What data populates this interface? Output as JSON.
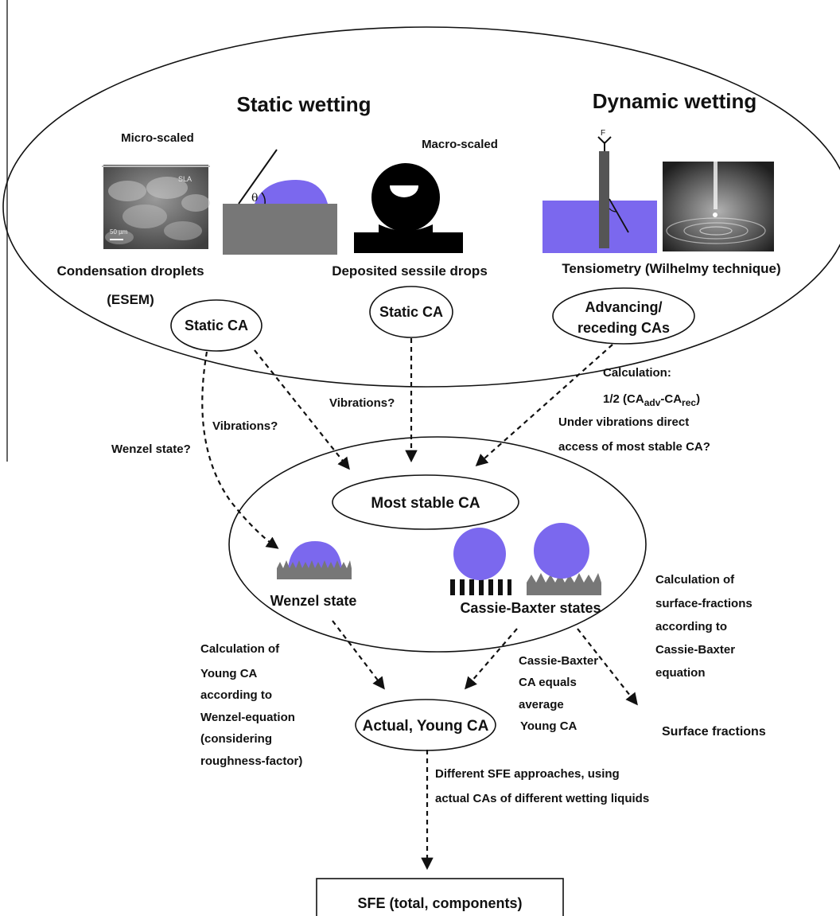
{
  "titles": {
    "static_wetting": "Static wetting",
    "dynamic_wetting": "Dynamic wetting"
  },
  "scale_labels": {
    "micro": "Micro-scaled",
    "macro": "Macro-scaled"
  },
  "images": {
    "sem_label": "SLA",
    "sem_scale": "50 µm",
    "theta": "θ",
    "force": "F"
  },
  "methods": {
    "condensation_line1": "Condensation droplets",
    "condensation_line2": "(ESEM)",
    "sessile": "Deposited sessile drops",
    "tensiometry": "Tensiometry (Wilhelmy technique)"
  },
  "ca_ovals": {
    "static_ca_left": "Static CA",
    "static_ca_mid": "Static CA",
    "advancing_line1": "Advancing/",
    "advancing_line2": "receding CAs"
  },
  "arrow_labels": {
    "calculation": "Calculation:",
    "formula_prefix": "1/2 (CA",
    "formula_adv_sub": "adv",
    "formula_mid": "-CA",
    "formula_rec_sub": "rec",
    "formula_suffix": ")",
    "vibrations_direct_line1": "Under vibrations direct",
    "vibrations_direct_line2": "access of most stable CA?",
    "vibrations_mid": "Vibrations?",
    "vibrations_left": "Vibrations?",
    "wenzel_state_q": "Wenzel state?"
  },
  "middle": {
    "most_stable_ca": "Most stable CA",
    "wenzel_state": "Wenzel state",
    "cassie_states": "Cassie-Baxter states"
  },
  "lower": {
    "young_calc": [
      "Calculation of",
      "Young CA",
      "according to",
      "Wenzel-equation",
      "(considering",
      "roughness-factor)"
    ],
    "cassie_equals": [
      "Cassie-Baxter",
      "CA equals",
      "average",
      "Young CA"
    ],
    "surface_calc": [
      "Calculation of",
      "surface-fractions",
      "according to",
      "Cassie-Baxter",
      "equation"
    ],
    "actual_young_ca": "Actual, Young CA",
    "surface_fractions": "Surface fractions",
    "sfe_approaches_line1": "Different SFE approaches, using",
    "sfe_approaches_line2": "actual CAs of different wetting liquids",
    "sfe_box": "SFE (total, components)"
  },
  "colors": {
    "drop": "#7b68ee",
    "bath": "#7b68ee",
    "substrate": "#777777",
    "line": "#111111"
  }
}
